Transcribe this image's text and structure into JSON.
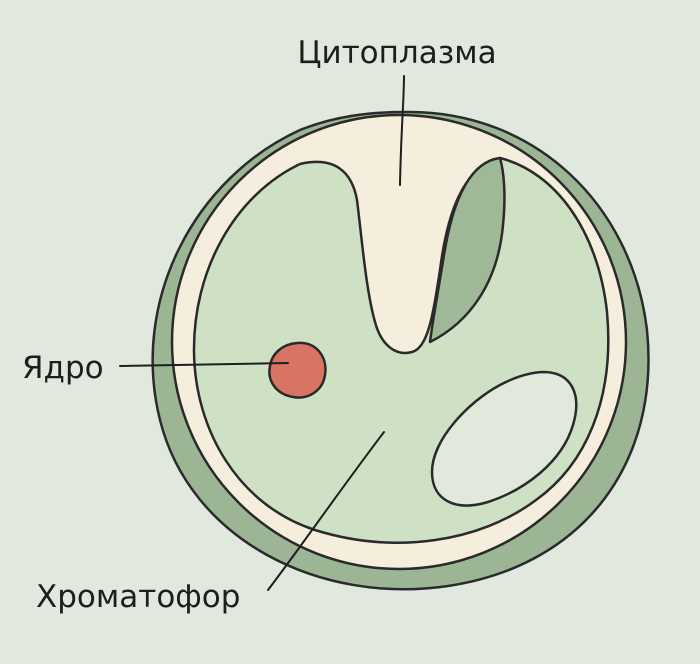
{
  "labels": {
    "cytoplasm": "Цитоплазма",
    "nucleus": "Ядро",
    "chromatophore": "Хроматофор"
  },
  "colors": {
    "background": "#e1e8dd",
    "cell_wall": "#9cb595",
    "cytoplasm": "#f6eedc",
    "chromatophore": "#cfe1c5",
    "chromatophore_dark": "#9fb998",
    "nucleus": "#d87463",
    "vacuole": "#e1e8dc",
    "outline": "#2a2a2a"
  }
}
